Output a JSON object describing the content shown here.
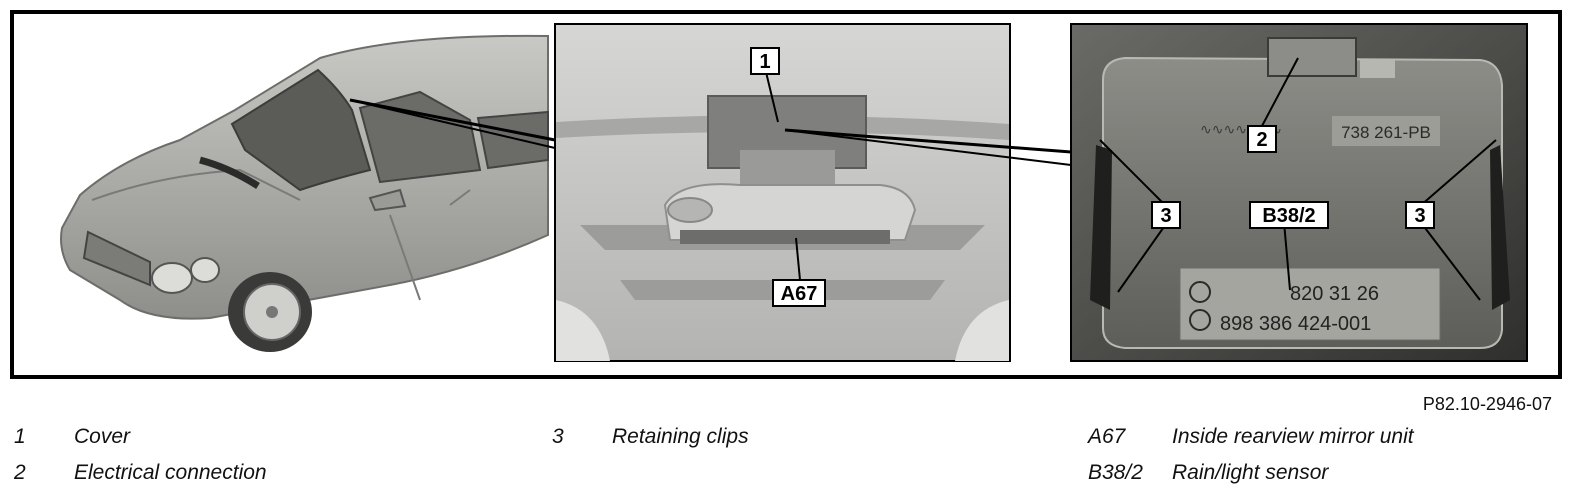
{
  "figure": {
    "code": "P82.10-2946-07",
    "callouts": {
      "cover": "1",
      "electrical_connection": "2",
      "retaining_clip_left": "3",
      "retaining_clip_right": "3",
      "mirror_unit": "A67",
      "sensor": "B38/2"
    },
    "sensor_plate": {
      "top_code": "738 261-PB",
      "line1": "820 31 26",
      "line2": "898 386 424-001"
    }
  },
  "legend": [
    {
      "key": "1",
      "text": "Cover"
    },
    {
      "key": "2",
      "text": "Electrical connection"
    },
    {
      "key": "3",
      "text": "Retaining clips"
    },
    {
      "key": "A67",
      "text": "Inside rearview mirror unit"
    },
    {
      "key": "B38/2",
      "text": "Rain/light sensor"
    }
  ],
  "colors": {
    "frame": "#000000",
    "car_body": "#a9a9a5",
    "panel_bg": "#c9cac7",
    "sensor_bg": "#4f4f4c"
  }
}
